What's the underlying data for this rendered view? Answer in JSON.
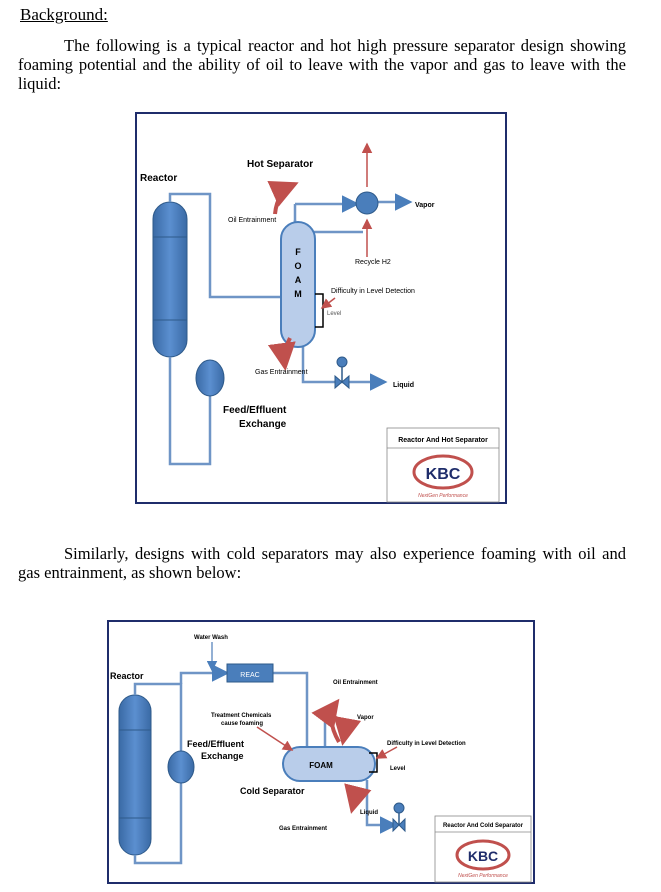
{
  "document": {
    "heading": "Background:",
    "paragraph1": "The following is a typical reactor and hot high pressure separator design showing foaming potential and the ability of oil to leave with the vapor and gas to leave with the liquid:",
    "paragraph2": "Similarly, designs with cold separators may also experience foaming with oil and gas entrainment, as shown below:"
  },
  "diagram1": {
    "reactor": "Reactor",
    "hot_separator": "Hot Separator",
    "oil_entrainment": "Oil Entrainment",
    "vapor": "Vapor",
    "recycle_h2": "Recycle H2",
    "foam_letters": [
      "F",
      "O",
      "A",
      "M"
    ],
    "difficulty_level": "Difficulty in Level Detection",
    "level": "Level",
    "gas_entrainment": "Gas Entrainment",
    "liquid": "Liquid",
    "feed_effluent_line1": "Feed/Effluent",
    "feed_effluent_line2": "Exchange",
    "caption": "Reactor And Hot Separator",
    "logo_text": "KBC",
    "logo_tagline": "NextGen Performance"
  },
  "diagram2": {
    "water_wash": "Water Wash",
    "reac": "REAC",
    "reactor": "Reactor",
    "oil_entrainment": "Oil Entrainment",
    "treatment_line1": "Treatment Chemicals",
    "treatment_line2": "cause foaming",
    "vapor": "Vapor",
    "difficulty_level": "Difficulty in Level Detection",
    "feed_effluent_line1": "Feed/Effluent",
    "feed_effluent_line2": "Exchange",
    "foam": "FOAM",
    "level": "Level",
    "cold_separator": "Cold Separator",
    "liquid": "Liquid",
    "gas_entrainment": "Gas Entrainment",
    "caption": "Reactor And Cold Separator",
    "logo_text": "KBC",
    "logo_tagline": "NextGen Performance"
  },
  "colors": {
    "vessel": "#4a7ebb",
    "vessel_dark": "#2e5a8a",
    "pipe": "#6f95c6",
    "red_arrow": "#c0504d",
    "foam": "#b9cdea",
    "frame": "#1f2d6b",
    "logo_red": "#c0504d"
  }
}
